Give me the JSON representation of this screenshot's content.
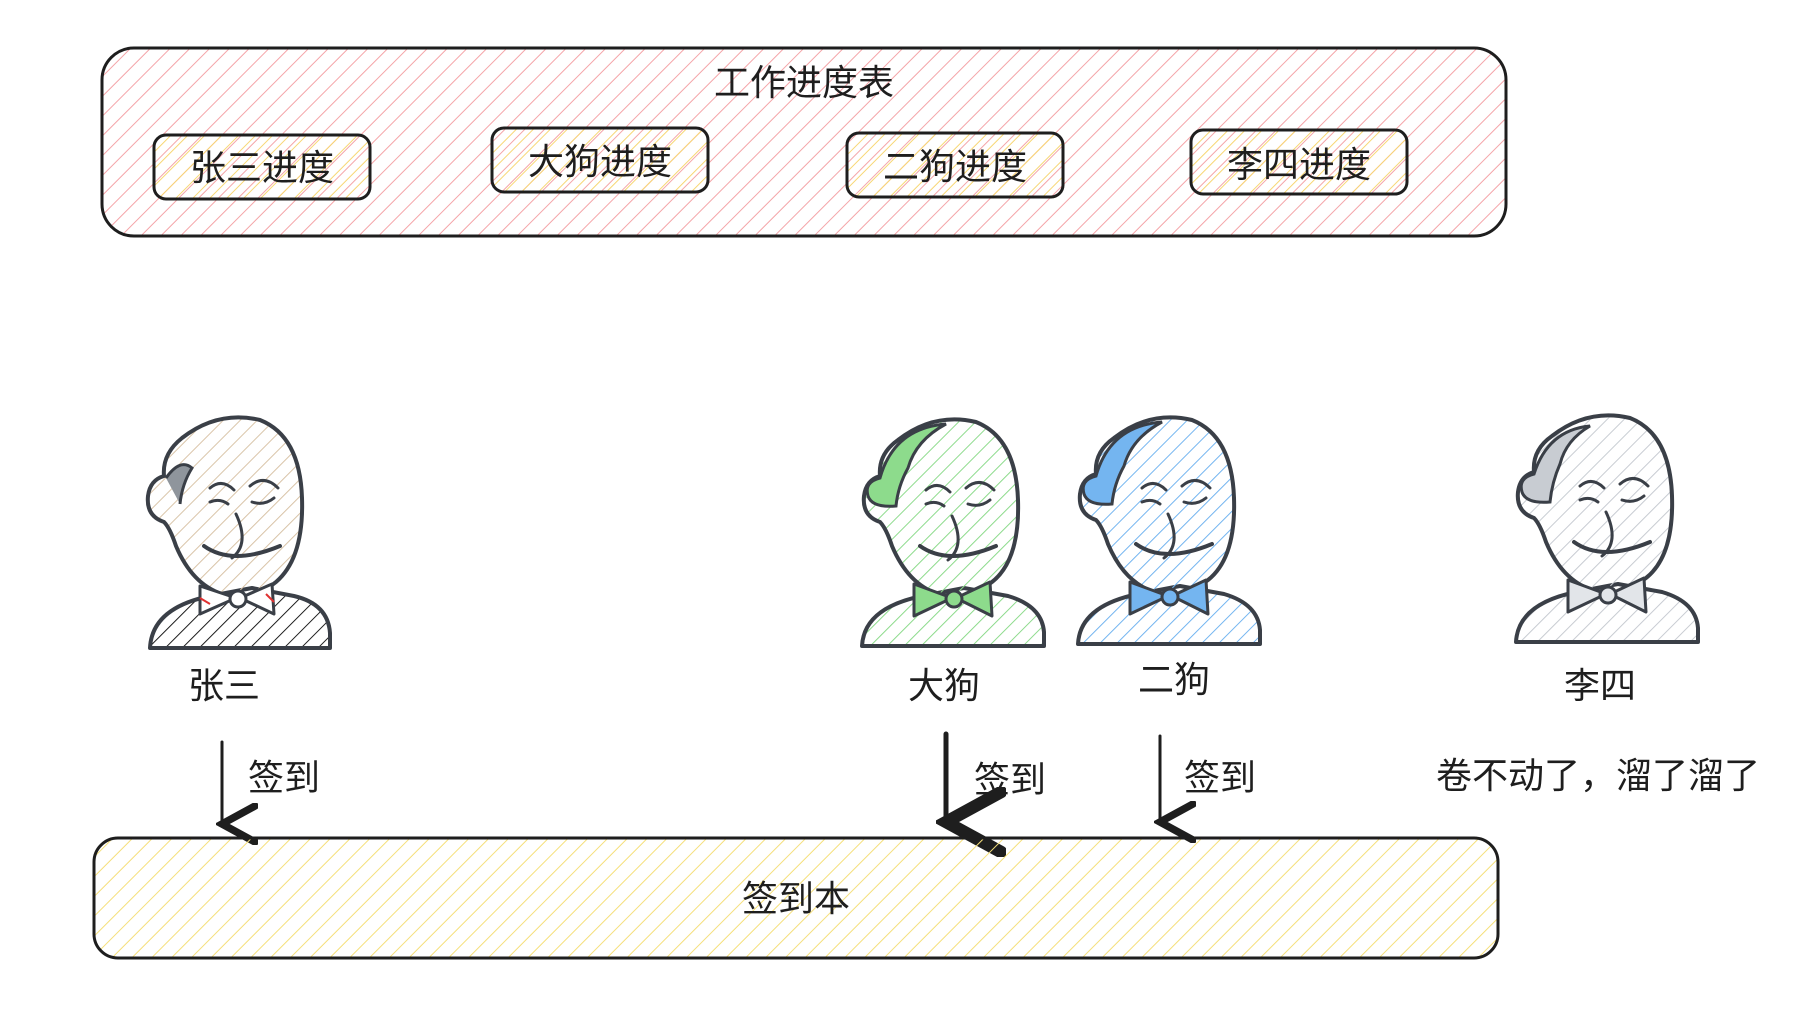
{
  "progress_board": {
    "title": "工作进度表",
    "items": [
      {
        "label": "张三进度"
      },
      {
        "label": "大狗进度"
      },
      {
        "label": "二狗进度"
      },
      {
        "label": "李四进度"
      }
    ]
  },
  "people": [
    {
      "name": "张三",
      "color": "#d9c4a8",
      "shirt": "#1e1e1e",
      "checked_in": true
    },
    {
      "name": "大狗",
      "color": "#8ddb8c",
      "shirt": "#8ddb8c",
      "checked_in": true
    },
    {
      "name": "二狗",
      "color": "#74b5f0",
      "shirt": "#74b5f0",
      "checked_in": true
    },
    {
      "name": "李四",
      "color": "#c8ccd2",
      "shirt": "#c8ccd2",
      "checked_in": false,
      "note": "卷不动了，溜了溜了"
    }
  ],
  "checkin_label": "签到",
  "checkin_book": {
    "label": "签到本"
  },
  "colors": {
    "board_fill": "#f4a4a8",
    "chip_fill": "#f7d774",
    "book_fill": "#f7e27a",
    "stroke": "#1e1e1e"
  }
}
